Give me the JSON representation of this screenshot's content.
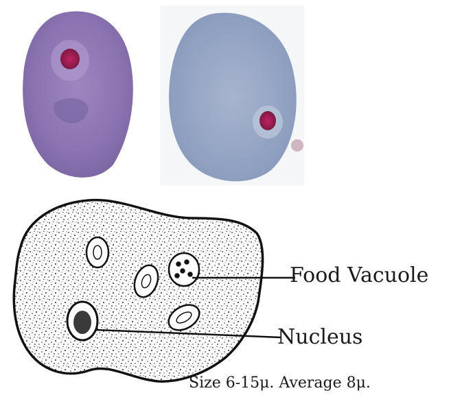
{
  "labels": {
    "food_vacuole": "Food Vacuole",
    "nucleus": "Nucleus"
  },
  "caption": "Size 6-15μ. Average 8μ.",
  "colors": {
    "cell_left": "#8a72b0",
    "cell_right": "#8fa0c0",
    "nucleus_stain": "#a0204e",
    "ink": "#1a1a1a"
  }
}
